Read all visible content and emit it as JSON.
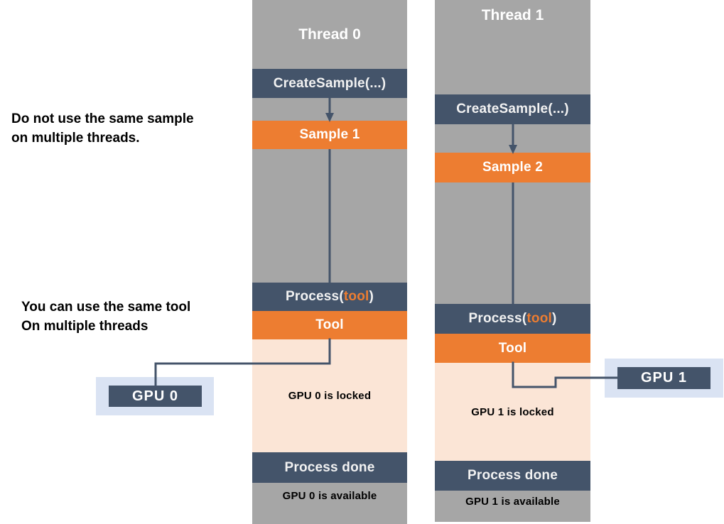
{
  "notes": [
    {
      "id": "sample-note",
      "text": "Do not use the same sample\non multiple threads."
    },
    {
      "id": "tool-note",
      "text": "You can use the same tool\nOn multiple threads"
    }
  ],
  "threads": [
    {
      "id": "thread-0",
      "title": "Thread 0",
      "bands": [
        {
          "kind": "navy",
          "label": "CreateSample(...)"
        },
        {
          "kind": "orange",
          "label": "Sample 1"
        },
        {
          "kind": "navy",
          "label": "Process(",
          "arg": "tool",
          "label_end": ")"
        },
        {
          "kind": "orange",
          "label": "Tool"
        },
        {
          "kind": "peach",
          "label": "GPU 0 is locked"
        },
        {
          "kind": "navy",
          "label": "Process done"
        },
        {
          "kind": "gray",
          "label": "GPU 0 is available"
        }
      ]
    },
    {
      "id": "thread-1",
      "title": "Thread 1",
      "bands": [
        {
          "kind": "navy",
          "label": "CreateSample(...)"
        },
        {
          "kind": "orange",
          "label": "Sample 2"
        },
        {
          "kind": "navy",
          "label": "Process(",
          "arg": "tool",
          "label_end": ")"
        },
        {
          "kind": "orange",
          "label": "Tool"
        },
        {
          "kind": "peach",
          "label": "GPU 1 is locked"
        },
        {
          "kind": "navy",
          "label": "Process done"
        },
        {
          "kind": "gray",
          "label": "GPU 1 is available"
        }
      ]
    }
  ],
  "gpus": [
    {
      "id": "gpu-0",
      "label": "GPU 0"
    },
    {
      "id": "gpu-1",
      "label": "GPU 1"
    }
  ],
  "colors": {
    "thread_background": "#a6a6a6",
    "navy": "#44546a",
    "orange": "#ed7d31",
    "peach": "#fbe5d6",
    "halo_blue": "#dae3f3",
    "connector": "#44546a",
    "page_background": "#ffffff"
  }
}
